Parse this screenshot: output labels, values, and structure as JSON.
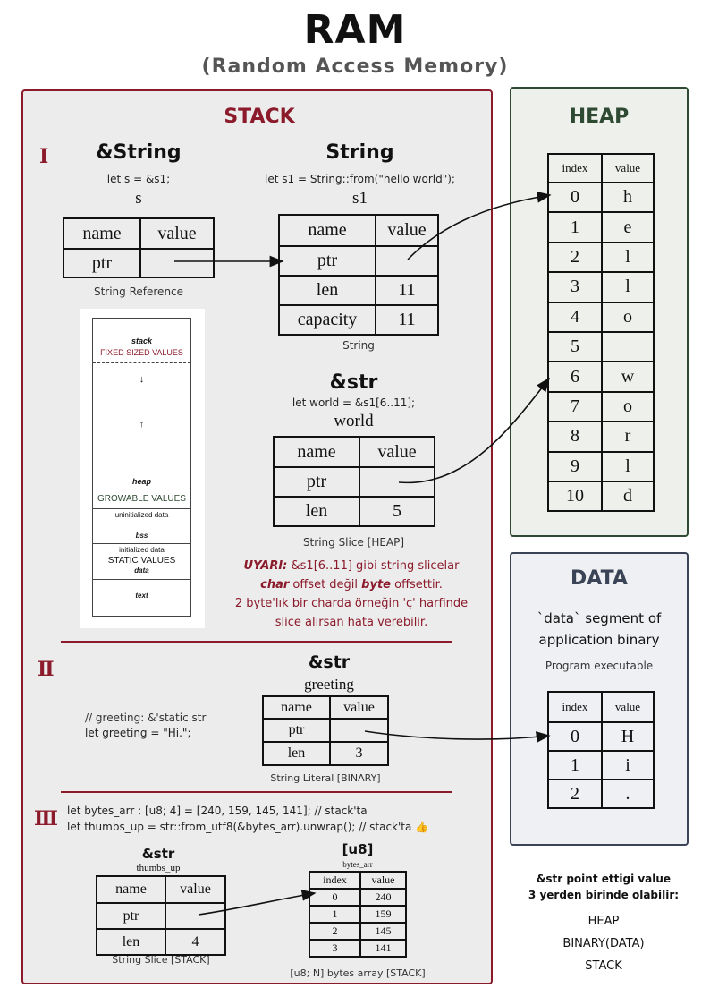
{
  "header": {
    "title": "RAM",
    "subtitle": "(Random Access Memory)"
  },
  "stack": {
    "title": "STACK",
    "section1": {
      "roman": "I",
      "string_ref": {
        "type_title": "&String",
        "code": "let s = &s1;",
        "var": "s",
        "headers": [
          "name",
          "value"
        ],
        "rows": [
          [
            "ptr",
            ""
          ]
        ],
        "caption": "String Reference"
      },
      "string": {
        "type_title": "String",
        "code": "let s1 = String::from(\"hello world\");",
        "var": "s1",
        "headers": [
          "name",
          "value"
        ],
        "rows": [
          [
            "ptr",
            ""
          ],
          [
            "len",
            "11"
          ],
          [
            "capacity",
            "11"
          ]
        ],
        "caption": "String"
      },
      "str_slice": {
        "type_title": "&str",
        "code": "let world = &s1[6..11];",
        "var": "world",
        "headers": [
          "name",
          "value"
        ],
        "rows": [
          [
            "ptr",
            ""
          ],
          [
            "len",
            "5"
          ]
        ],
        "caption": "String Slice [HEAP]"
      },
      "warning": {
        "label": "UYARI:",
        "line1_rest": " &s1[6..11] gibi string slicelar",
        "line2_a": "char",
        "line2_b": " offset değil ",
        "line2_c": "byte",
        "line2_d": " offsettir.",
        "line3": "2 byte'lık bir charda örneğin 'ç' harfinde",
        "line4": "slice alırsan hata verebilir."
      },
      "memory_layout": {
        "stack_label": "stack",
        "fixed": "FIXED SIZED VALUES",
        "heap_label": "heap",
        "growable": "GROWABLE VALUES",
        "uninit": "uninitialized data",
        "bss": "bss",
        "init": "initialized data",
        "static": "STATIC VALUES",
        "data": "data",
        "text": "text"
      }
    },
    "section2": {
      "roman": "II",
      "type_title": "&str",
      "var": "greeting",
      "comment": "// greeting: &'static str",
      "code": "let greeting = \"Hi.\";",
      "headers": [
        "name",
        "value"
      ],
      "rows": [
        [
          "ptr",
          ""
        ],
        [
          "len",
          "3"
        ]
      ],
      "caption": "String Literal [BINARY]"
    },
    "section3": {
      "roman": "III",
      "code1": "let bytes_arr : [u8; 4] = [240, 159, 145, 141]; // stack'ta",
      "code2": "let thumbs_up = str::from_utf8(&bytes_arr).unwrap(); // stack'ta",
      "emoji": "👍",
      "str": {
        "type_title": "&str",
        "var": "thumbs_up",
        "headers": [
          "name",
          "value"
        ],
        "rows": [
          [
            "ptr",
            ""
          ],
          [
            "len",
            "4"
          ]
        ],
        "caption": "String Slice [STACK]"
      },
      "arr": {
        "type_title": "[u8]",
        "var": "bytes_arr",
        "headers": [
          "index",
          "value"
        ],
        "rows": [
          [
            "0",
            "240"
          ],
          [
            "1",
            "159"
          ],
          [
            "2",
            "145"
          ],
          [
            "3",
            "141"
          ]
        ],
        "caption": "[u8; N] bytes array [STACK]"
      }
    }
  },
  "heap": {
    "title": "HEAP",
    "headers": [
      "index",
      "value"
    ],
    "rows": [
      [
        "0",
        "h"
      ],
      [
        "1",
        "e"
      ],
      [
        "2",
        "l"
      ],
      [
        "3",
        "l"
      ],
      [
        "4",
        "o"
      ],
      [
        "5",
        ""
      ],
      [
        "6",
        "w"
      ],
      [
        "7",
        "o"
      ],
      [
        "8",
        "r"
      ],
      [
        "9",
        "l"
      ],
      [
        "10",
        "d"
      ]
    ]
  },
  "data": {
    "title": "DATA",
    "desc1": "`data` segment of",
    "desc2": "application binary",
    "desc3": "Program executable",
    "headers": [
      "index",
      "value"
    ],
    "rows": [
      [
        "0",
        "H"
      ],
      [
        "1",
        "i"
      ],
      [
        "2",
        "."
      ]
    ]
  },
  "note": {
    "line1": "&str point ettigi value",
    "line2": "3 yerden birinde olabilir:",
    "items": [
      "HEAP",
      "BINARY(DATA)",
      "STACK"
    ]
  },
  "colors": {
    "stack": "#8b1a2b",
    "heap": "#2f4a33",
    "data": "#3a4456"
  }
}
